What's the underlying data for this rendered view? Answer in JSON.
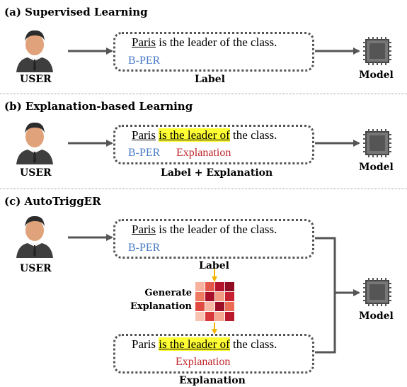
{
  "sections": [
    {
      "title": "(a) Supervised Learning",
      "user_label": "USER",
      "box_caption": "Label",
      "model_label": "Model",
      "sentence": {
        "entity": "Paris",
        "before": "",
        "highlight": "",
        "after": " is the leader of the class."
      },
      "tags": [
        "B-PER"
      ]
    },
    {
      "title": "(b) Explanation-based Learning",
      "user_label": "USER",
      "box_caption": "Label + Explanation",
      "model_label": "Model",
      "sentence": {
        "entity": "Paris",
        "before": " ",
        "highlight": "is the leader of",
        "after": " the class."
      },
      "tags": [
        "B-PER",
        "Explanation"
      ]
    },
    {
      "title": "(c) AutoTriggER",
      "user_label": "USER",
      "box_caption": "Label",
      "model_label": "Model",
      "sentence": {
        "entity": "Paris",
        "before": "",
        "highlight": "",
        "after": " is the leader of the class."
      },
      "tags": [
        "B-PER"
      ],
      "generate_label": [
        "Generate",
        "Explanation"
      ],
      "output": {
        "before": "Paris ",
        "highlight": "the leader of",
        "mid_prefix": "is ",
        "after": " the class.",
        "tag": "Explanation",
        "caption": "Explanation"
      }
    }
  ],
  "colors": {
    "label_tag": "#4a7cc7",
    "explanation_tag": "#c0262b",
    "highlight": "#ffff33",
    "arrow": "#555555",
    "gen_arrow": "#f2b400"
  },
  "icons": [
    "user-avatar-icon",
    "model-chip-icon",
    "heatmap-icon"
  ]
}
